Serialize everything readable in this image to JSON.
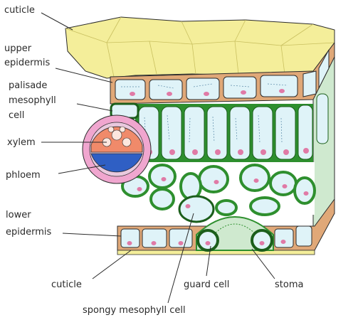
{
  "labels": {
    "cuticle_top": "cuticle",
    "upper_epidermis": [
      "upper",
      "epidermis"
    ],
    "palisade": [
      "palisade",
      "mesophyll",
      "cell"
    ],
    "xylem": "xylem",
    "phloem": "phloem",
    "lower_epidermis": [
      "lower",
      "epidermis"
    ],
    "cuticle_bottom": "cuticle",
    "guard_cell": "guard cell",
    "stoma": "stoma",
    "spongy": "spongy mesophyll cell"
  },
  "colors": {
    "cuticle": "#f4ee9a",
    "epidermis_wall": "#e0a878",
    "cell_fill": "#dff3f8",
    "chloroplast": "#2e8f2e",
    "nucleus": "#e07aa6",
    "xylem": "#f08a6a",
    "phloem": "#2f5fc4",
    "bundle_sheath": "#f0a6cf",
    "line": "#2b2b2b"
  }
}
